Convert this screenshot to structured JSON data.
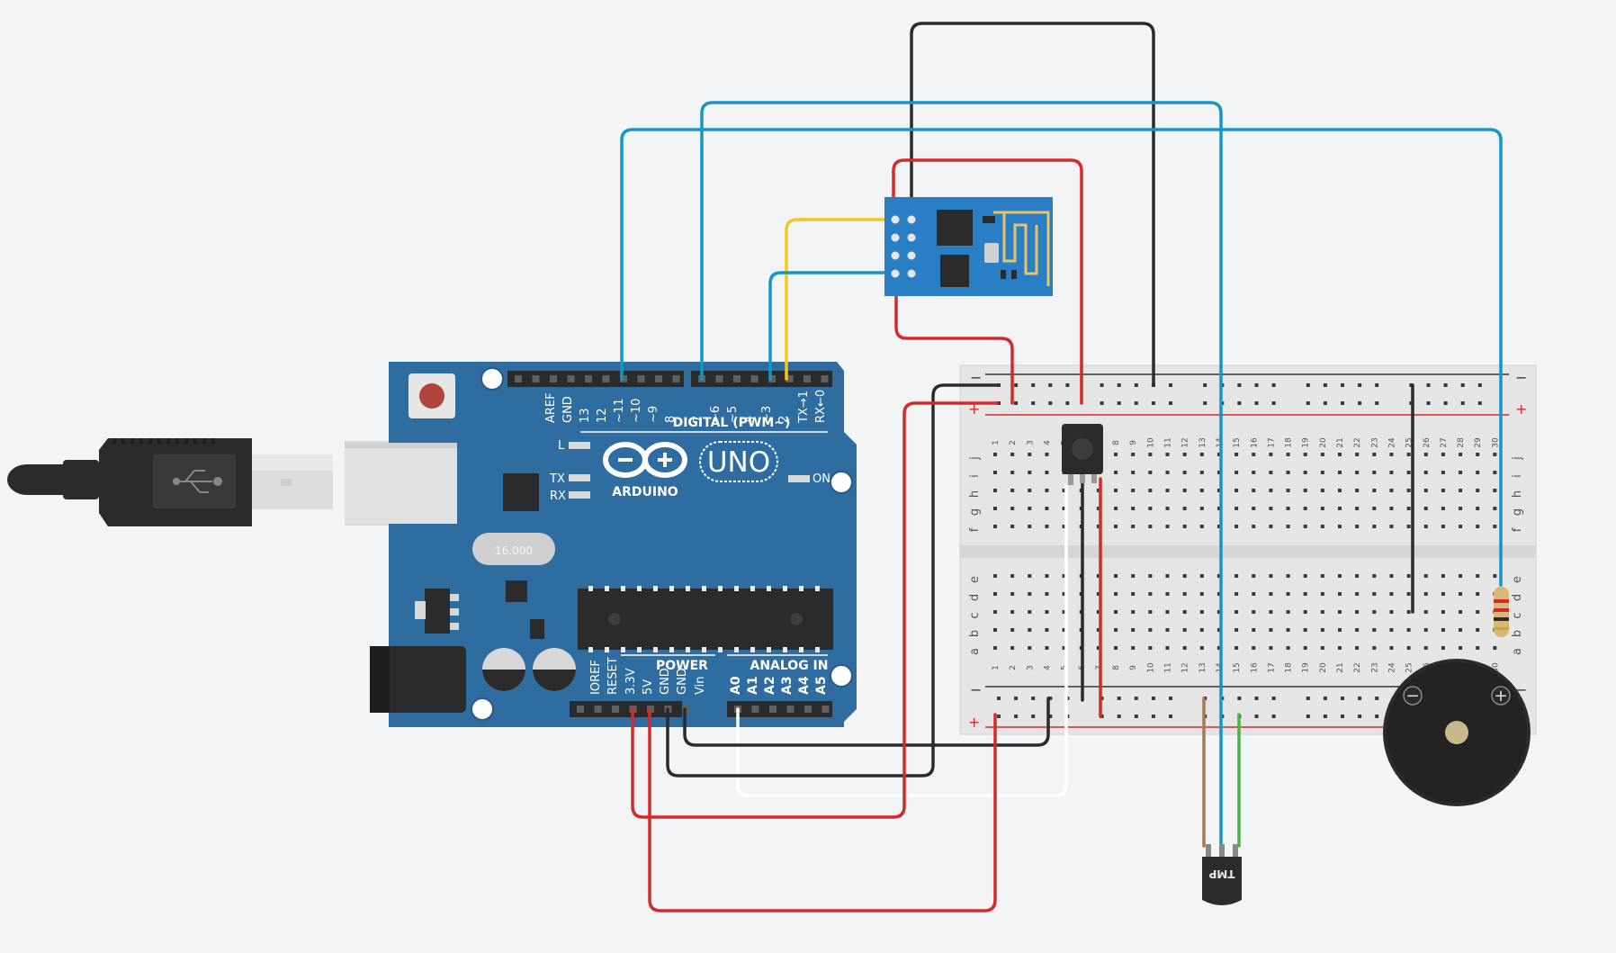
{
  "arduino": {
    "brand": "ARDUINO",
    "model": "UNO",
    "crystal": "16.000",
    "digital_header": "DIGITAL (PWM~)",
    "power_header": "POWER",
    "analog_header": "ANALOG IN",
    "led_labels": {
      "l": "L",
      "tx": "TX",
      "rx": "RX",
      "on": "ON"
    },
    "digital_pins": [
      "AREF",
      "GND",
      "13",
      "12",
      "~11",
      "~10",
      "~9",
      "8",
      "7",
      "~6",
      "~5",
      "4",
      "~3",
      "2",
      "TX→1",
      "RX←0"
    ],
    "power_pins": [
      "IOREF",
      "RESET",
      "3.3V",
      "5V",
      "GND",
      "GND",
      "Vin"
    ],
    "analog_pins": [
      "A0",
      "A1",
      "A2",
      "A3",
      "A4",
      "A5"
    ]
  },
  "breadboard": {
    "row_letters_top": [
      "j",
      "i",
      "h",
      "g",
      "f"
    ],
    "row_letters_bottom": [
      "e",
      "d",
      "c",
      "b",
      "a"
    ],
    "plus": "+",
    "minus": "−"
  },
  "temp_sensor": {
    "label": "TMP"
  },
  "buzzer": {
    "minus": "−",
    "plus": "+"
  },
  "colors": {
    "arduino_blue": "#2f6ca0",
    "wire_red": "#d32a2a",
    "wire_black": "#2b2b2b",
    "wire_blue": "#1596c8",
    "wire_yellow": "#f2c81c",
    "wire_white": "#ffffff",
    "wire_brown": "#a47a4e",
    "wire_green": "#4bb347",
    "esp_blue": "#2a7ec3"
  }
}
